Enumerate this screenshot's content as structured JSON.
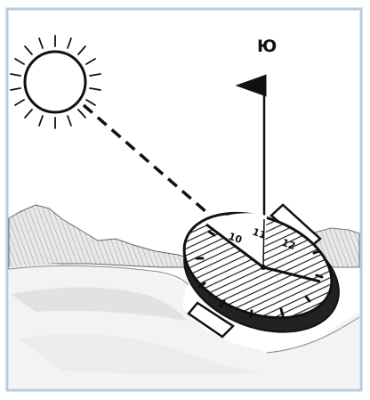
{
  "direction_label": "Ю",
  "dial_labels": {
    "ten": "10",
    "eleven": "11",
    "twelve": "12"
  },
  "colors": {
    "ink": "#111111",
    "frame": "#b8cbe0",
    "paper": "#ffffff",
    "hill_shade": "#8a8a8a"
  },
  "icons": {
    "sun": "sun-icon",
    "watch": "wristwatch-icon",
    "arrow": "north-south-arrow-icon"
  }
}
